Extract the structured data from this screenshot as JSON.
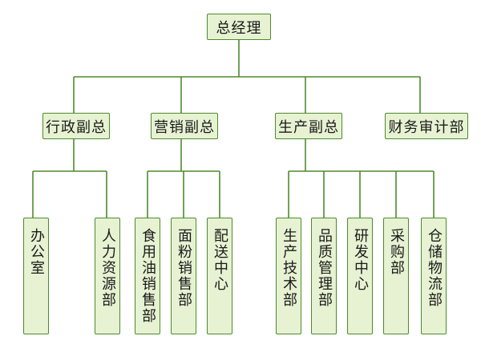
{
  "root": {
    "label": "总经理"
  },
  "level2": [
    {
      "label": "行政副总"
    },
    {
      "label": "营销副总"
    },
    {
      "label": "生产副总"
    },
    {
      "label": "财务审计部"
    }
  ],
  "level3": [
    {
      "label": "办公室"
    },
    {
      "label": "人力资源部"
    },
    {
      "label": "食用油销售部"
    },
    {
      "label": "面粉销售部"
    },
    {
      "label": "配送中心"
    },
    {
      "label": "生产技术部"
    },
    {
      "label": "品质管理部"
    },
    {
      "label": "研发中心"
    },
    {
      "label": "采购部"
    },
    {
      "label": "仓储物流部"
    }
  ],
  "colors": {
    "line": "#4e8a2c",
    "fill": "#e6f2d2",
    "text": "#1a1a1a"
  }
}
